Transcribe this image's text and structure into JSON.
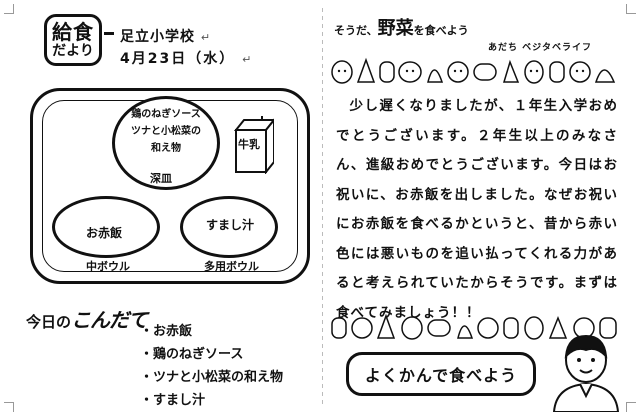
{
  "header": {
    "logo_line1": "給食",
    "logo_line2": "だより",
    "school": "足立小学校",
    "date": "4月23日（水）"
  },
  "tray": {
    "deep_dish_items": [
      "鶏のねぎソース",
      "ツナと小松菜の",
      "和え物"
    ],
    "deep_dish_label": "深皿",
    "rice_dish_item": "お赤飯",
    "rice_dish_label": "中ボウル",
    "soup_dish_item": "すまし汁",
    "soup_dish_label": "多用ボウル",
    "milk_label": "牛乳"
  },
  "menu": {
    "title_prefix": "今日の",
    "title_main": "こんだて",
    "items": [
      "お赤飯",
      "鶏のねぎソース",
      "ツナと小松菜の和え物",
      "すまし汁"
    ]
  },
  "veggie": {
    "title_prefix": "そうだ、",
    "title_main": "野菜",
    "title_suffix": "を食べよう",
    "subtitle": "あだち ベジタベライフ"
  },
  "article": {
    "text": "少し遅くなりましたが、１年生入学おめでとうございます。２年生以上のみなさん、進級おめでとうございます。今日はお祝いに、お赤飯を出しました。なぜお祝いにお赤飯を食べるかというと、昔から赤い色には悪いものを追い払ってくれる力があると考えられていたからそうです。まずは食べてみましょう！！"
  },
  "chew": {
    "text": "よくかんで食べよう"
  }
}
